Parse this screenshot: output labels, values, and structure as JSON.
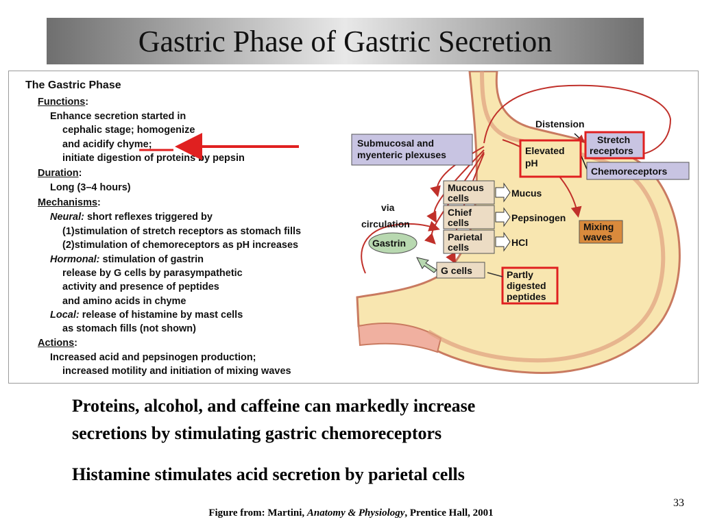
{
  "slide": {
    "title": "Gastric Phase of Gastric Secretion",
    "page_number": "33"
  },
  "left_text": {
    "heading": "The Gastric Phase",
    "functions_label": "Functions",
    "functions_lines": [
      "Enhance secretion started in",
      "cephalic stage; homogenize",
      "and acidify ",
      "chyme",
      ";",
      "initiate digestion of proteins by pepsin"
    ],
    "duration_label": "Duration",
    "duration_value": "Long (3–4 hours)",
    "mechanisms_label": "Mechanisms",
    "neural_label": "Neural:",
    "neural_text": " short reflexes triggered by",
    "neural_1": "(1)stimulation of stretch receptors as stomach fills",
    "neural_2": "(2)stimulation of chemoreceptors as pH increases",
    "hormonal_label": "Hormonal:",
    "hormonal_text": " stimulation of gastrin",
    "hormonal_2": "release by G cells by parasympathetic",
    "hormonal_3": "activity and presence of peptides",
    "hormonal_4": "and amino acids in chyme",
    "local_label": "Local:",
    "local_text": " release of histamine by mast cells",
    "local_2": "as stomach fills (not shown)",
    "actions_label": "Actions",
    "actions_1": "Increased acid and pepsinogen production;",
    "actions_2": "increased motility and initiation of mixing waves"
  },
  "diagram": {
    "submucosal_1": "Submucosal and",
    "submucosal_2": "myenteric plexuses",
    "distension": "Distension",
    "stretch_1": "Stretch",
    "stretch_2": "receptors",
    "elevated_1": "Elevated",
    "elevated_2": "pH",
    "chemoreceptors": "Chemoreceptors",
    "via": "via",
    "circulation": "circulation",
    "gastrin": "Gastrin",
    "mucous_1": "Mucous",
    "mucous_2": "cells",
    "mucus": "Mucus",
    "chief_1": "Chief",
    "chief_2": "cells",
    "pepsinogen": "Pepsinogen",
    "parietal_1": "Parietal",
    "parietal_2": "cells",
    "hcl": "HCl",
    "mixing_1": "Mixing",
    "mixing_2": "waves",
    "gcells": "G cells",
    "partly_1": "Partly",
    "partly_2": "digested",
    "partly_3": "peptides",
    "colors": {
      "stomach": "#f8e6b0",
      "lavender_box": "#c8c4e2",
      "tan_box": "#ecdcc4",
      "mixing_box": "#d98a3c",
      "gastrin": "#b8d8b0",
      "nerve_red": "#c0302a",
      "highlight_red": "#e02020"
    }
  },
  "notes": {
    "line1": "Proteins, alcohol, and caffeine can markedly increase",
    "line2": "secretions by stimulating gastric chemoreceptors",
    "line3": "Histamine stimulates acid secretion by parietal cells"
  },
  "credit": {
    "prefix": "Figure from: Martini, ",
    "book": "Anatomy & Physiology",
    "suffix": ", Prentice Hall, 2001"
  }
}
